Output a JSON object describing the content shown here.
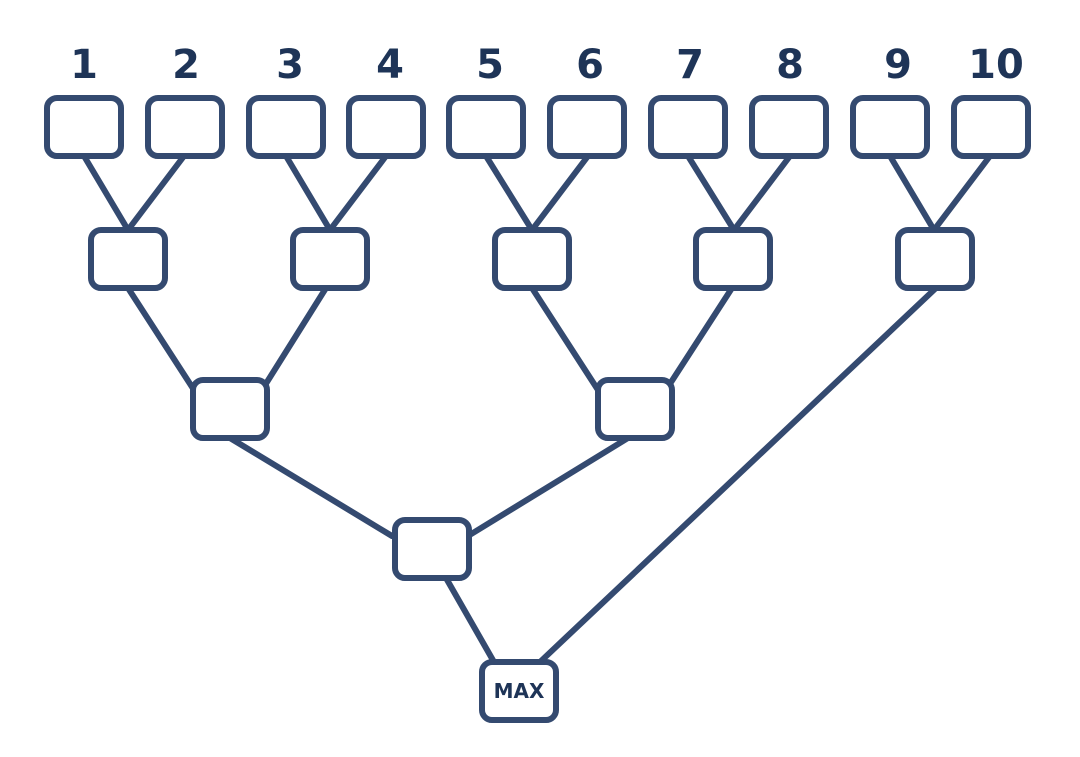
{
  "diagram": {
    "title": "",
    "stroke_color": "#344a70",
    "label_color": "#1e3457",
    "input_labels": [
      "1",
      "2",
      "3",
      "4",
      "5",
      "6",
      "7",
      "8",
      "9",
      "10"
    ],
    "output_label": "MAX"
  }
}
